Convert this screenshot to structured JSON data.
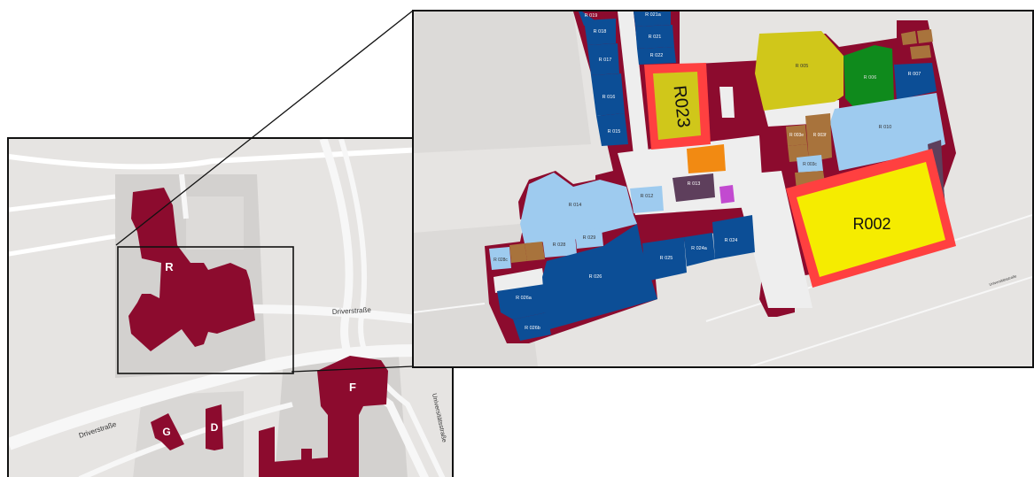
{
  "overview": {
    "buildings": {
      "R": "R",
      "F": "F",
      "D": "D",
      "G": "G"
    },
    "streets": {
      "driver_top": "Driverstraße",
      "driver_left": "Driverstraße",
      "universitat": "Universitätsstraße"
    }
  },
  "zoom": {
    "highlighted": {
      "r023": "R023",
      "r002": "R002"
    },
    "rooms": {
      "r019": "R 019",
      "r018": "R 018",
      "r021a": "R 021a",
      "r021": "R 021",
      "r022": "R 022",
      "r017": "R 017",
      "r016": "R 016",
      "r015": "R 015",
      "r005": "R 005",
      "r006": "R 006",
      "r007": "R 007",
      "r010": "R 010",
      "r003e": "R 003e",
      "r003f": "R 003f",
      "r003c": "R 003c",
      "r012": "R 012",
      "r013": "R 013",
      "r014": "R 014",
      "r028c": "R 028c",
      "r028": "R 028",
      "r029": "R 029",
      "r025": "R 025",
      "r024a": "R 024a",
      "r024": "R 024",
      "r026": "R 026",
      "r026a": "R 026a",
      "r026b": "R 026b"
    },
    "street": "Universitätsstraße"
  },
  "colors": {
    "building": "#8c0b2e",
    "map_background": "#e6e4e2",
    "block": "#d3d1cf",
    "road": "#f7f7f7",
    "room_dark_blue": "#0c4e96",
    "room_light_blue": "#9ecbef",
    "room_olive": "#d0c71a",
    "room_green": "#0f8a1c",
    "room_brown": "#a8733c",
    "room_orange": "#f28a12",
    "room_purple": "#5e3f5c",
    "highlight_yellow": "#f5ec00",
    "highlight_border": "#ff4040"
  }
}
